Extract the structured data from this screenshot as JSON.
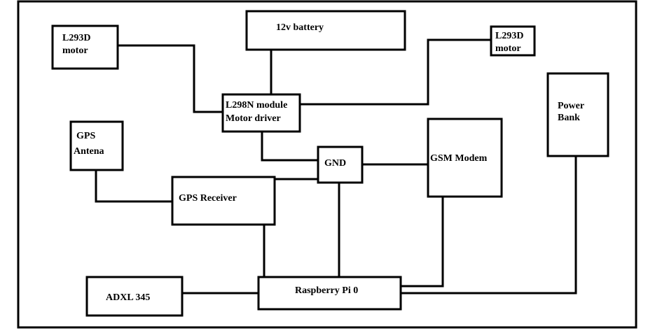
{
  "blocks": {
    "battery": {
      "lines": [
        "12v battery"
      ]
    },
    "motor_left": {
      "lines": [
        "L293D",
        "motor"
      ]
    },
    "motor_right": {
      "lines": [
        "L293D",
        "motor"
      ]
    },
    "motor_driver": {
      "lines": [
        "L298N module",
        "Motor driver"
      ]
    },
    "power_bank": {
      "lines": [
        "Power",
        "Bank"
      ]
    },
    "gps_antenna": {
      "lines": [
        "GPS",
        "Antena"
      ]
    },
    "gnd": {
      "lines": [
        "GND"
      ]
    },
    "gsm_modem": {
      "lines": [
        "GSM Modem"
      ]
    },
    "gps_receiver": {
      "lines": [
        "GPS Receiver"
      ]
    },
    "adxl": {
      "lines": [
        "ADXL 345"
      ]
    },
    "raspberry_pi": {
      "lines": [
        "Raspberry Pi 0"
      ]
    }
  },
  "connections": [
    [
      "battery",
      "motor_driver"
    ],
    [
      "motor_left",
      "motor_driver"
    ],
    [
      "motor_driver",
      "motor_right"
    ],
    [
      "motor_driver",
      "gnd"
    ],
    [
      "gps_antenna",
      "gps_receiver"
    ],
    [
      "gps_receiver",
      "gnd"
    ],
    [
      "gnd",
      "gsm_modem"
    ],
    [
      "gnd",
      "raspberry_pi"
    ],
    [
      "gps_receiver",
      "raspberry_pi"
    ],
    [
      "gsm_modem",
      "raspberry_pi"
    ],
    [
      "adxl",
      "raspberry_pi"
    ],
    [
      "power_bank",
      "raspberry_pi"
    ]
  ]
}
